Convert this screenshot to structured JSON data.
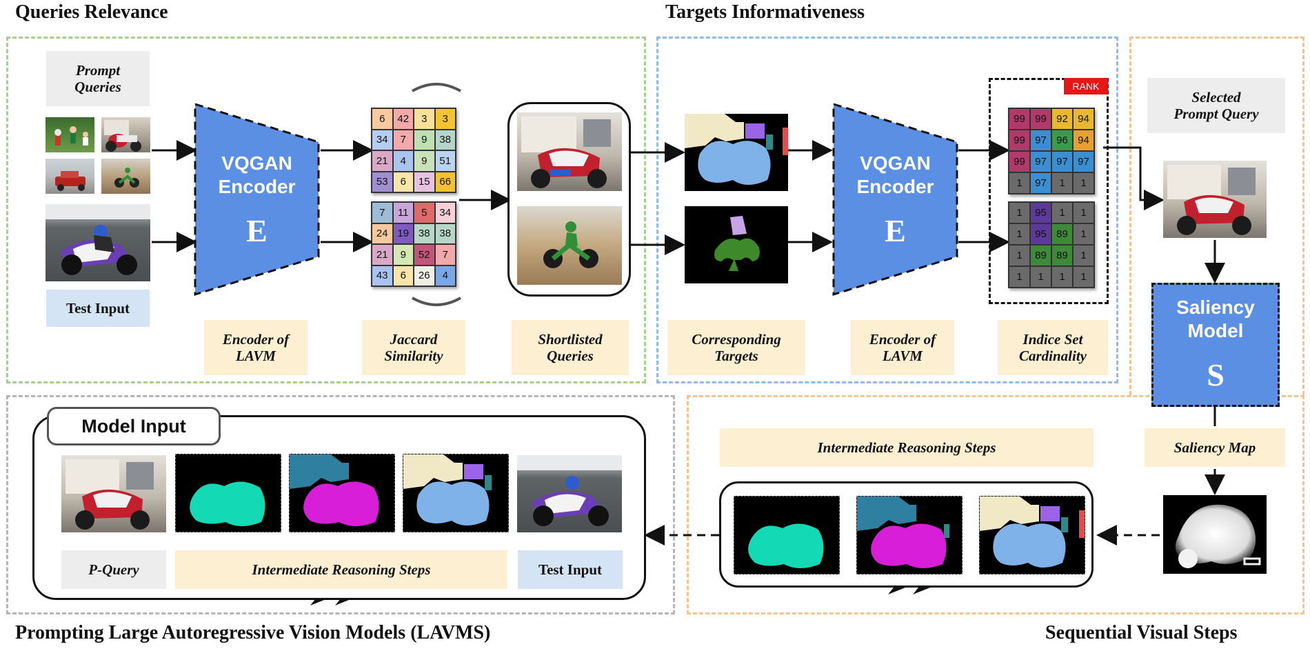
{
  "titles": {
    "queries_relevance": "Queries Relevance",
    "targets_informativeness": "Targets Informativeness",
    "prompting_lavms": "Prompting Large Autoregressive Vision Models (LAVMS)",
    "sequential_visual_steps": "Sequential Visual Steps"
  },
  "labels": {
    "prompt_queries": "Prompt\nQueries",
    "test_input": "Test Input",
    "encoder_of_lavm_1": "Encoder of\nLAVM",
    "jaccard_similarity": "Jaccard\nSimilarity",
    "shortlisted_queries": "Shortlisted\nQueries",
    "corresponding_targets": "Corresponding\nTargets",
    "encoder_of_lavm_2": "Encoder of\nLAVM",
    "indice_set_cardinality": "Indice Set\nCardinality",
    "selected_prompt_query": "Selected\nPrompt Query",
    "saliency_map": "Saliency Map",
    "intermediate_reasoning_steps_top": "Intermediate Reasoning Steps",
    "p_query": "P-Query",
    "intermediate_reasoning_steps_bottom": "Intermediate Reasoning Steps",
    "test_input_bottom": "Test Input"
  },
  "encoders": {
    "line1": "VQGAN",
    "line2": "Encoder",
    "letter": "E"
  },
  "saliency_model": {
    "line1": "Saliency",
    "line2": "Model",
    "letter": "S"
  },
  "rank_badge": "RANK",
  "model_input_title": "Model Input",
  "jaccard_grid_top": [
    [
      "6",
      "42",
      "3",
      "3"
    ],
    [
      "34",
      "7",
      "9",
      "38"
    ],
    [
      "21",
      "4",
      "9",
      "51"
    ],
    [
      "53",
      "6",
      "15",
      "66"
    ]
  ],
  "jaccard_grid_top_colors": [
    [
      "#f7c99e",
      "#f4a9a9",
      "#f7e19a",
      "#f4c430"
    ],
    [
      "#b6cdf1",
      "#f3a9a9",
      "#bfe0b0",
      "#b4d6c9"
    ],
    [
      "#d9a8c6",
      "#a9c4ef",
      "#c9e3b8",
      "#b8d4f0"
    ],
    [
      "#9f8fd0",
      "#f7e6a8",
      "#e6c2e0",
      "#f2c232"
    ]
  ],
  "jaccard_grid_bottom": [
    [
      "7",
      "11",
      "5",
      "34"
    ],
    [
      "24",
      "19",
      "38",
      "38"
    ],
    [
      "21",
      "9",
      "52",
      "7"
    ],
    [
      "43",
      "6",
      "26",
      "4"
    ]
  ],
  "jaccard_grid_bottom_colors": [
    [
      "#9fbcd6",
      "#c9a6d8",
      "#e06a6a",
      "#f5d0d8"
    ],
    [
      "#f7c89e",
      "#7d5bbf",
      "#b6d6c8",
      "#b6d6c8"
    ],
    [
      "#d9a8c6",
      "#d4e8b4",
      "#c2567a",
      "#f2a9a9"
    ],
    [
      "#a9c4ef",
      "#f7e6a8",
      "#f0f0e6",
      "#7ba6e8"
    ]
  ],
  "cardinality_grid_top": [
    [
      "99",
      "99",
      "92",
      "94"
    ],
    [
      "99",
      "97",
      "96",
      "94"
    ],
    [
      "99",
      "97",
      "97",
      "97"
    ],
    [
      "1",
      "97",
      "1",
      "1"
    ]
  ],
  "cardinality_grid_top_colors": [
    [
      "#b03a6a",
      "#b03a6a",
      "#e8b830",
      "#e8b830"
    ],
    [
      "#b03a6a",
      "#3b8fd0",
      "#3e9a4a",
      "#e8a030"
    ],
    [
      "#b03a6a",
      "#3b8fd0",
      "#3b8fd0",
      "#3b8fd0"
    ],
    [
      "#6b6b6b",
      "#3b8fd0",
      "#6b6b6b",
      "#6b6b6b"
    ]
  ],
  "cardinality_grid_bottom": [
    [
      "1",
      "95",
      "1",
      "1"
    ],
    [
      "1",
      "95",
      "89",
      "1"
    ],
    [
      "1",
      "89",
      "89",
      "1"
    ],
    [
      "1",
      "1",
      "1",
      "1"
    ]
  ],
  "cardinality_grid_bottom_colors": [
    [
      "#6b6b6b",
      "#5b3a9a",
      "#6b6b6b",
      "#6b6b6b"
    ],
    [
      "#6b6b6b",
      "#5b3a9a",
      "#3e8a3a",
      "#6b6b6b"
    ],
    [
      "#6b6b6b",
      "#3e8a3a",
      "#3e8a3a",
      "#6b6b6b"
    ],
    [
      "#6b6b6b",
      "#6b6b6b",
      "#6b6b6b",
      "#6b6b6b"
    ]
  ],
  "colors": {
    "green_dash": "#a9cf8e",
    "blue_dash": "#8fbce6",
    "orange_dash": "#f2c48f",
    "gray_dash": "#b5b5b5",
    "encoder_blue": "#5b8fe3",
    "cyan_mask": "#13d9b5",
    "magenta_mask": "#d91ed9",
    "light_blue_mask": "#7fb2e8"
  }
}
